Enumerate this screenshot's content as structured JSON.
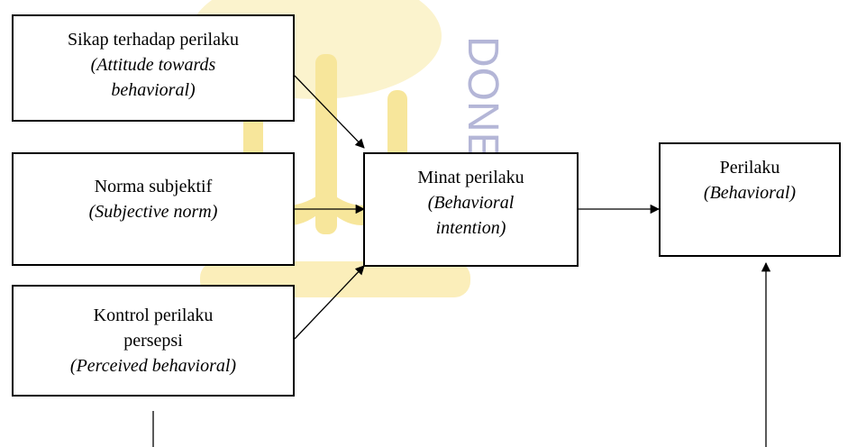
{
  "nodes": {
    "attitude": {
      "title": "Sikap terhadap perilaku",
      "subtitle_1": "(Attitude towards",
      "subtitle_2": "behavioral)"
    },
    "norm": {
      "title": "Norma subjektif",
      "subtitle": "(Subjective norm)"
    },
    "control": {
      "title_1": "Kontrol perilaku",
      "title_2": "persepsi",
      "subtitle": "(Perceived behavioral)"
    },
    "intention": {
      "title": "Minat perilaku",
      "subtitle_1": "(Behavioral",
      "subtitle_2": "intention)"
    },
    "behavior": {
      "title": "Perilaku",
      "subtitle": "(Behavioral)"
    }
  },
  "colors": {
    "watermark": "#f2d24a",
    "stroke": "#000000"
  }
}
